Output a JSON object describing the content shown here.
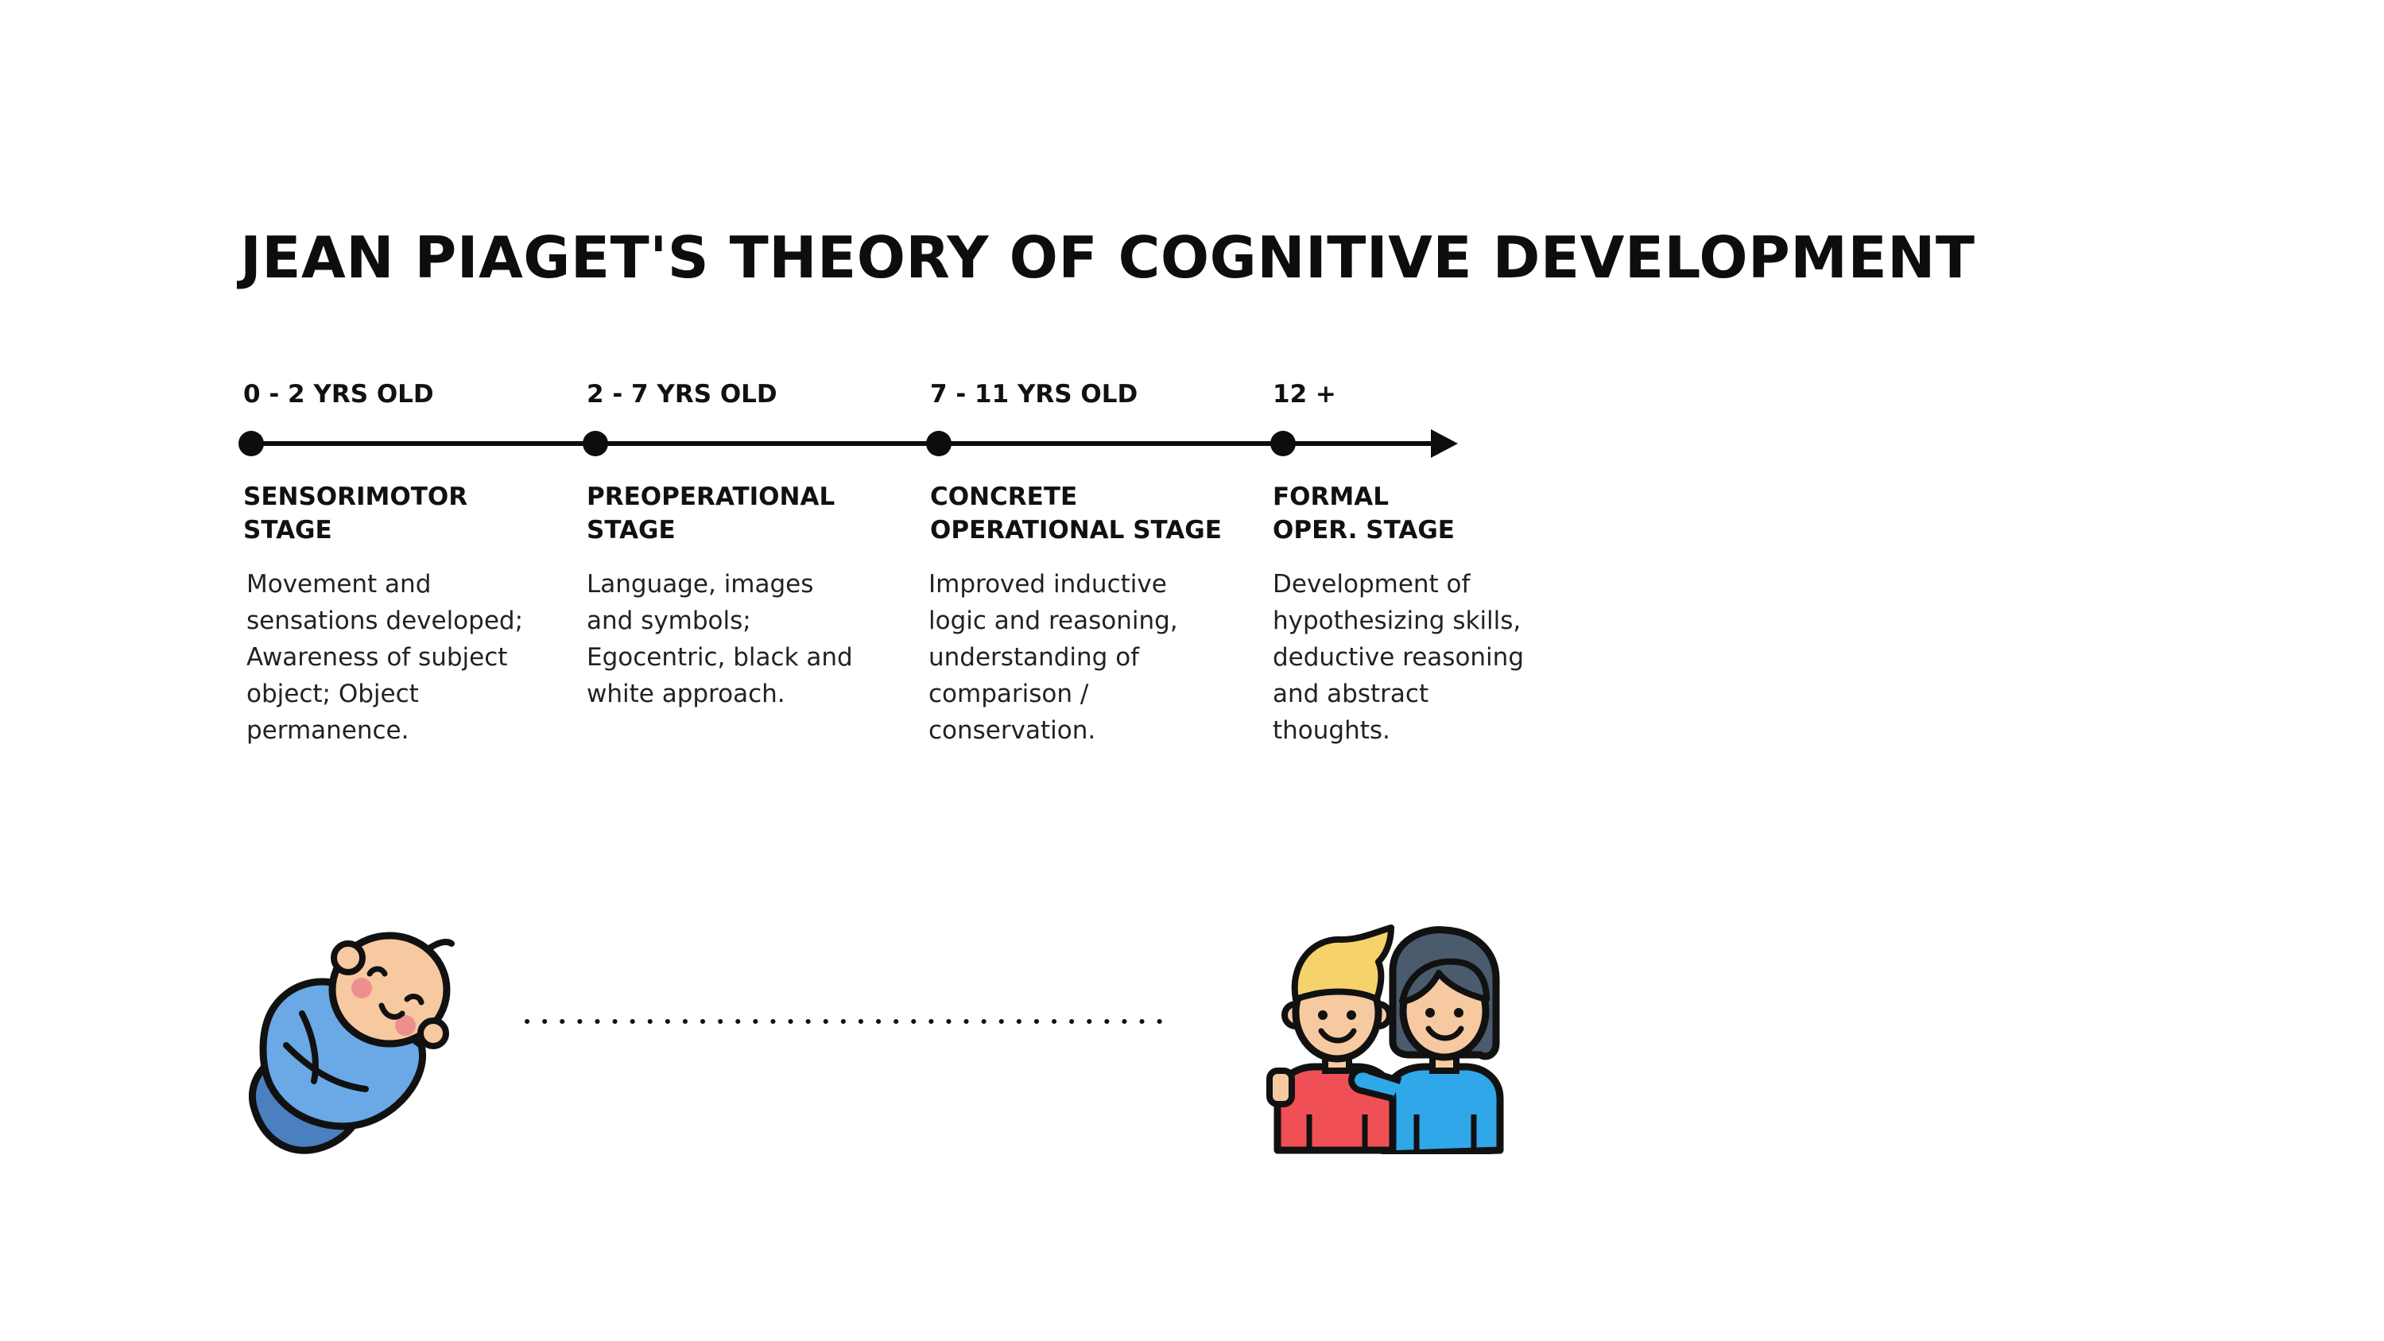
{
  "title": "JEAN PIAGET'S THEORY OF COGNITIVE DEVELOPMENT",
  "stages": [
    {
      "age": "0 - 2 YRS OLD",
      "name_lines": [
        "SENSORIMOTOR",
        "STAGE"
      ],
      "desc_lines": [
        "Movement and",
        "sensations developed;",
        "Awareness of subject",
        "object; Object",
        "permanence."
      ]
    },
    {
      "age": "2 - 7 YRS OLD",
      "name_lines": [
        "PREOPERATIONAL",
        "STAGE"
      ],
      "desc_lines": [
        "Language, images",
        "and symbols;",
        "Egocentric, black and",
        "white approach."
      ]
    },
    {
      "age": "7 - 11 YRS OLD",
      "name_lines": [
        "CONCRETE",
        "OPERATIONAL STAGE"
      ],
      "desc_lines": [
        "Improved inductive",
        "logic and reasoning,",
        "understanding of",
        "comparison /",
        "conservation."
      ]
    },
    {
      "age": "12 +",
      "name_lines": [
        "FORMAL",
        "OPER. STAGE"
      ],
      "desc_lines": [
        "Development of",
        "hypothesizing skills,",
        "deductive reasoning",
        "and abstract",
        "thoughts."
      ]
    }
  ],
  "icons": {
    "start": "baby-icon",
    "end": "adult-couple-icon"
  },
  "colors": {
    "line": "#0d0d0d",
    "baby_blanket": "#6aa8e6",
    "baby_blanket_dark": "#4a7fc0",
    "skin": "#f6c9a0",
    "blush": "#ee8f8f",
    "hair_blond": "#f6d26a",
    "hair_dark": "#4a5b6e",
    "shirt_red": "#ef4f55",
    "shirt_blue": "#2fa7e8"
  }
}
